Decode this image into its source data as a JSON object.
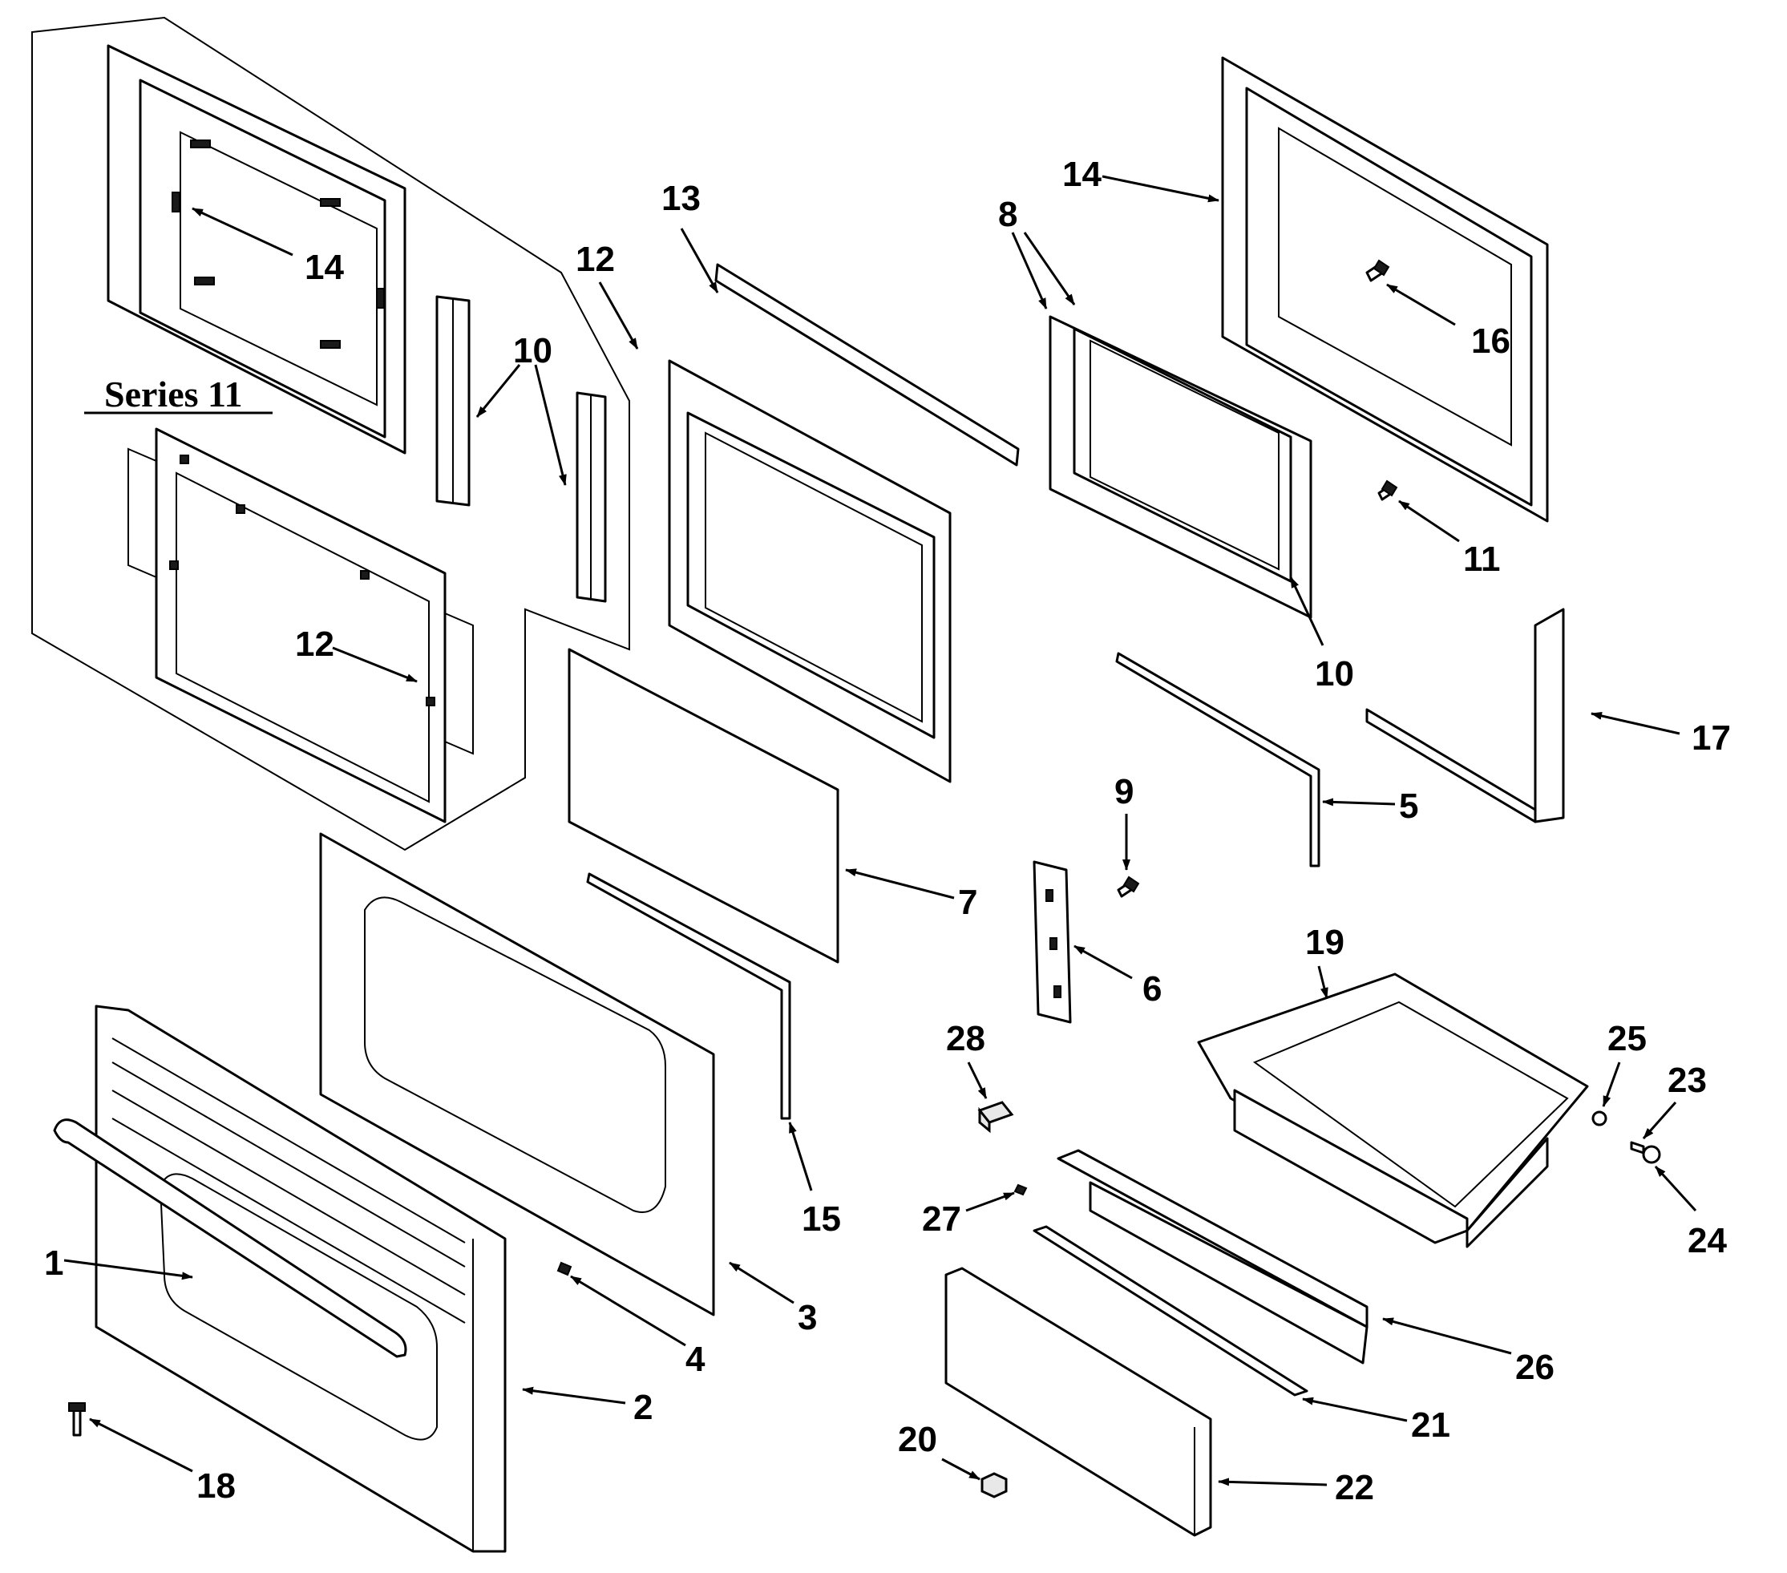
{
  "diagram": {
    "series_label": "Series 11",
    "callouts": [
      {
        "id": "c14a",
        "text": "14"
      },
      {
        "id": "c10a",
        "text": "10"
      },
      {
        "id": "c12a",
        "text": "12"
      },
      {
        "id": "c12b",
        "text": "12"
      },
      {
        "id": "c13",
        "text": "13"
      },
      {
        "id": "c8",
        "text": "8"
      },
      {
        "id": "c14b",
        "text": "14"
      },
      {
        "id": "c16",
        "text": "16"
      },
      {
        "id": "c11",
        "text": "11"
      },
      {
        "id": "c10b",
        "text": "10"
      },
      {
        "id": "c17",
        "text": "17"
      },
      {
        "id": "c9",
        "text": "9"
      },
      {
        "id": "c5",
        "text": "5"
      },
      {
        "id": "c7",
        "text": "7"
      },
      {
        "id": "c6",
        "text": "6"
      },
      {
        "id": "c19",
        "text": "19"
      },
      {
        "id": "c28",
        "text": "28"
      },
      {
        "id": "c25",
        "text": "25"
      },
      {
        "id": "c23",
        "text": "23"
      },
      {
        "id": "c15",
        "text": "15"
      },
      {
        "id": "c27",
        "text": "27"
      },
      {
        "id": "c24",
        "text": "24"
      },
      {
        "id": "c1",
        "text": "1"
      },
      {
        "id": "c3",
        "text": "3"
      },
      {
        "id": "c4",
        "text": "4"
      },
      {
        "id": "c26",
        "text": "26"
      },
      {
        "id": "c2",
        "text": "2"
      },
      {
        "id": "c21",
        "text": "21"
      },
      {
        "id": "c20",
        "text": "20"
      },
      {
        "id": "c22",
        "text": "22"
      },
      {
        "id": "c18",
        "text": "18"
      }
    ]
  }
}
